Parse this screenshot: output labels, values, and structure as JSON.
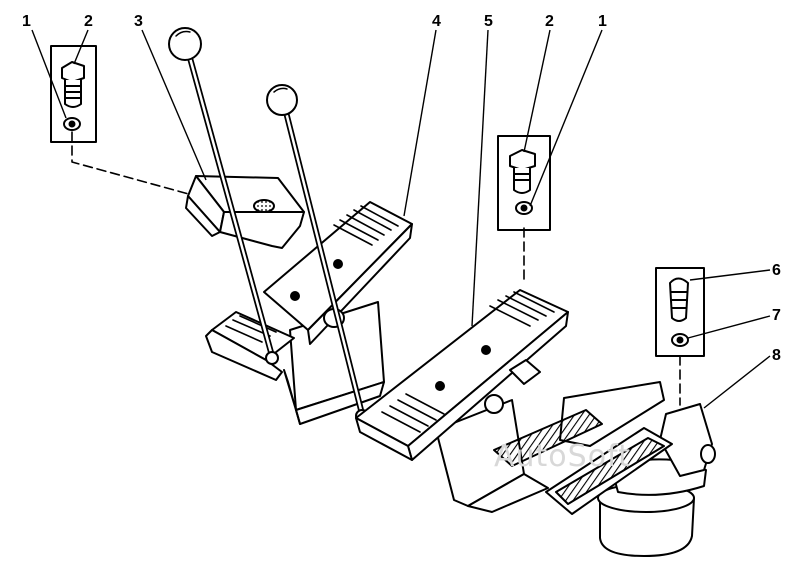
{
  "callouts": {
    "c1_left": "1",
    "c2_left": "2",
    "c3": "3",
    "c4": "4",
    "c5": "5",
    "c2_right": "2",
    "c1_right": "1",
    "c6": "6",
    "c7": "7",
    "c8": "8"
  },
  "watermark": "AutoSoft"
}
